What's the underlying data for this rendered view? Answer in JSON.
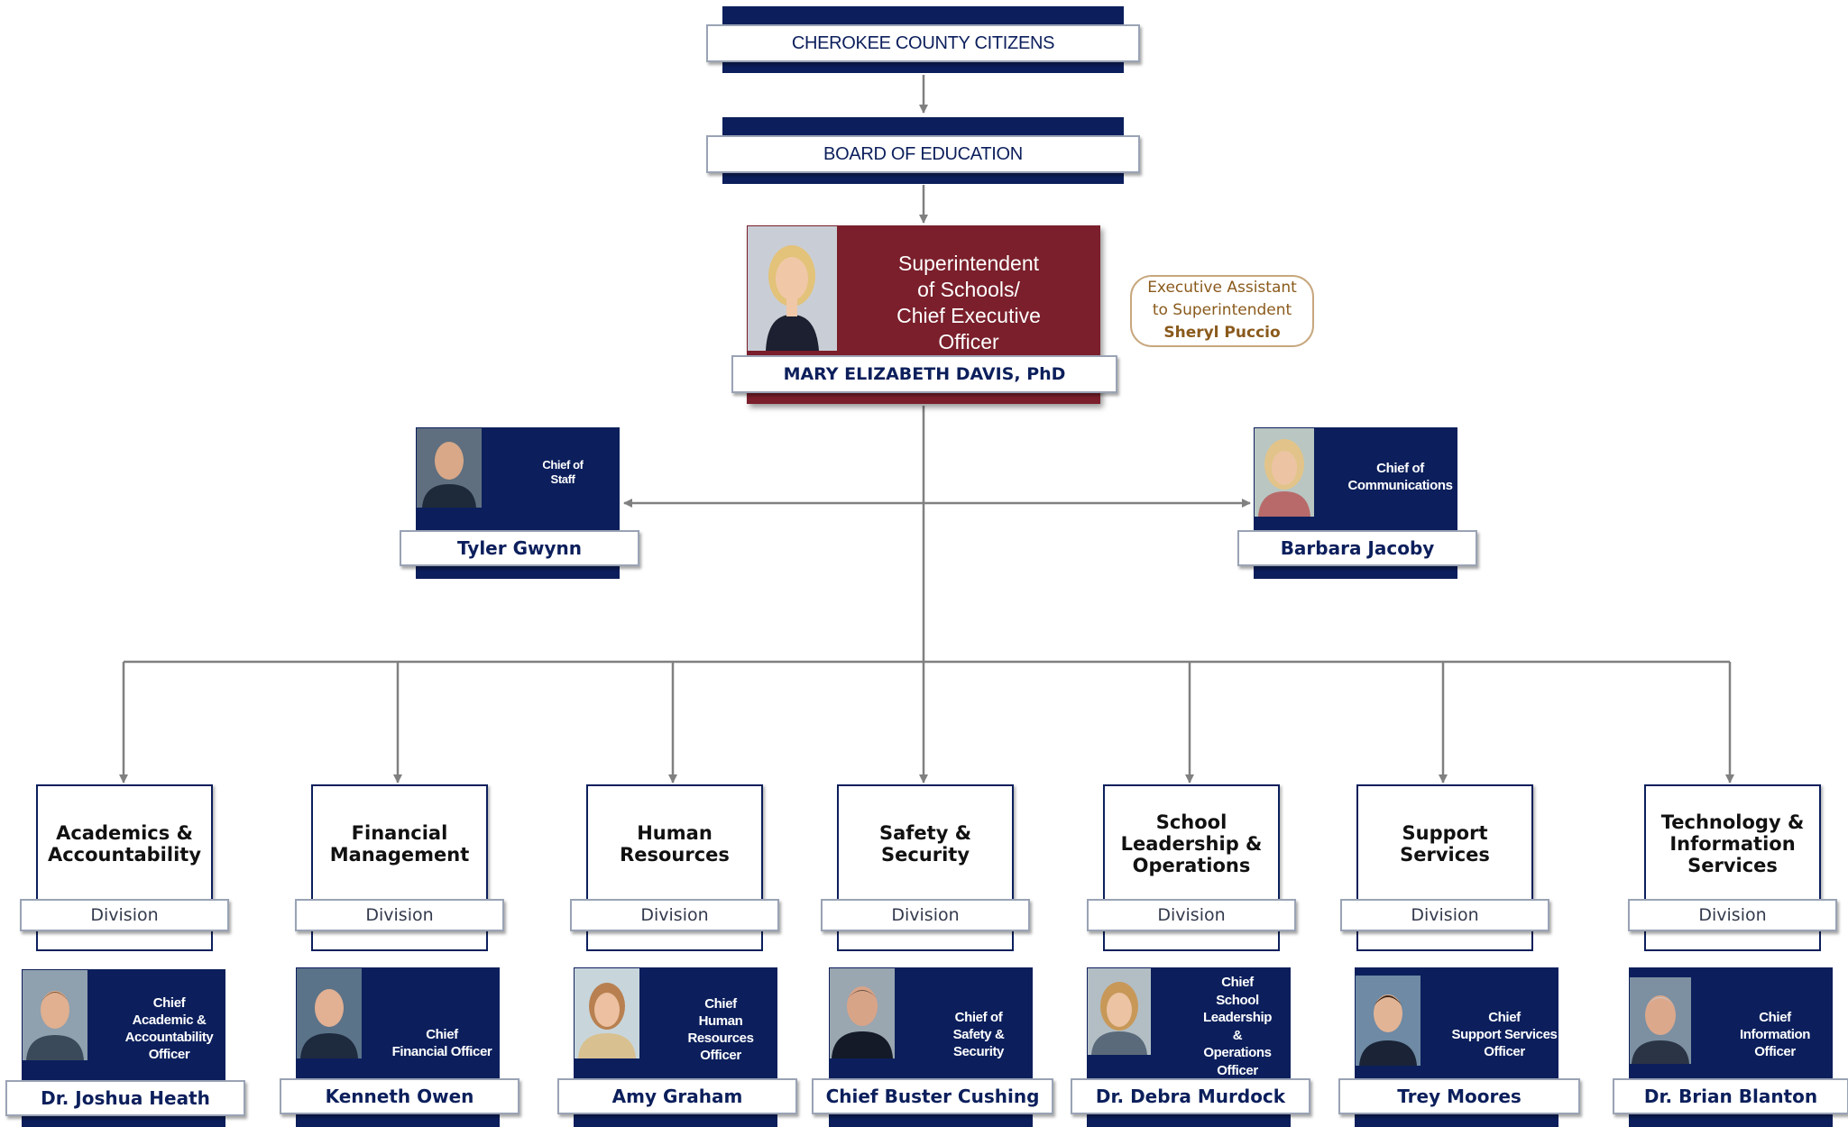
{
  "top": {
    "citizens": "CHEROKEE COUNTY CITIZENS",
    "board": "BOARD OF EDUCATION"
  },
  "superintendent": {
    "title": [
      "Superintendent",
      "of Schools/",
      "Chief Executive",
      "Officer"
    ],
    "name": "MARY ELIZABETH DAVIS, PhD"
  },
  "executive_assistant": {
    "line1": "Executive Assistant",
    "line2": "to Superintendent",
    "name": "Sheryl Puccio"
  },
  "staff": [
    {
      "role": [
        "Chief of",
        "Staff"
      ],
      "name": "Tyler Gwynn"
    },
    {
      "role": [
        "Chief of",
        "Communications"
      ],
      "name": "Barbara Jacoby"
    }
  ],
  "divisions": [
    {
      "title": [
        "Academics &",
        "Accountability"
      ],
      "band": "Division",
      "role": [
        "Chief",
        "Academic &",
        "Accountability",
        "Officer"
      ],
      "name": "Dr. Joshua Heath"
    },
    {
      "title": [
        "Financial",
        "Management"
      ],
      "band": "Division",
      "role": [
        "Chief",
        "Financial Officer"
      ],
      "name": "Kenneth Owen"
    },
    {
      "title": [
        "Human",
        "Resources"
      ],
      "band": "Division",
      "role": [
        "Chief",
        "Human",
        "Resources",
        "Officer"
      ],
      "name": "Amy Graham"
    },
    {
      "title": [
        "Safety &",
        "Security"
      ],
      "band": "Division",
      "role": [
        "Chief of",
        "Safety &",
        "Security"
      ],
      "name": "Chief Buster Cushing"
    },
    {
      "title": [
        "School",
        "Leadership &",
        "Operations"
      ],
      "band": "Division",
      "role": [
        "Chief",
        "School",
        "Leadership",
        "&",
        "Operations",
        "Officer"
      ],
      "name": "Dr. Debra Murdock"
    },
    {
      "title": [
        "Support",
        "Services"
      ],
      "band": "Division",
      "role": [
        "Chief",
        "Support Services",
        "Officer"
      ],
      "name": "Trey Moores"
    },
    {
      "title": [
        "Technology &",
        "Information",
        "Services"
      ],
      "band": "Division",
      "role": [
        "Chief",
        "Information",
        "Officer"
      ],
      "name": "Dr. Brian Blanton"
    }
  ],
  "colors": {
    "navy": "#0c1f5c",
    "maroon": "#7a1f2b",
    "connector": "#808080",
    "assistant_text": "#8a5a1c"
  }
}
